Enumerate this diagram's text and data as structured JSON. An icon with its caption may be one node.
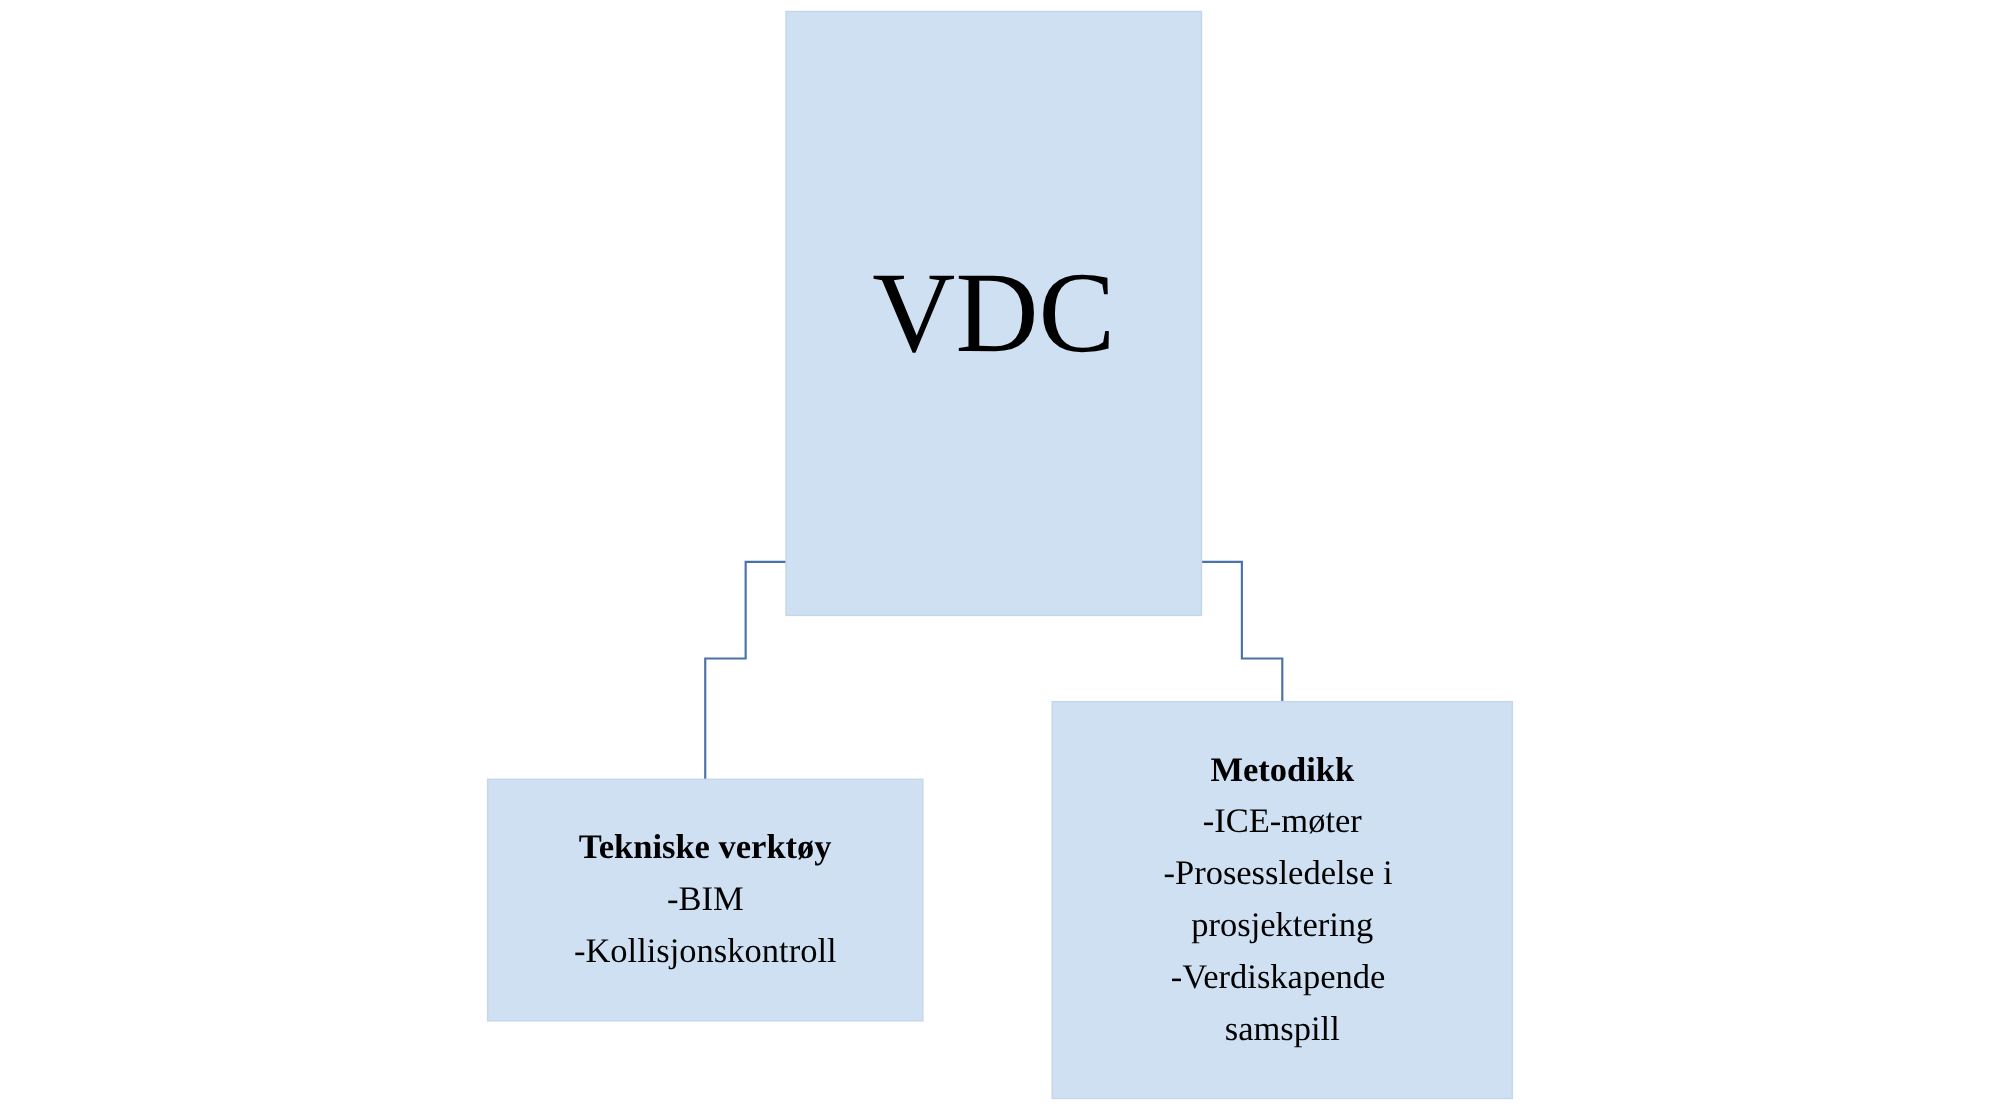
{
  "diagram": {
    "nodes": [
      {
        "text": [
          "VDC"
        ]
      },
      {
        "text": [
          "Tekniske verktøy",
          "-BIM",
          "-Kollisjonskontroll"
        ]
      },
      {
        "text": [
          "Metodikk",
          "-ICE-møter",
          "-Prosessledelse i prosjektering",
          "-Verdiskapende samspill"
        ]
      }
    ],
    "edges": [
      {
        "from": 0,
        "to": 1,
        "arrow": "none"
      },
      {
        "from": 0,
        "to": 2,
        "arrow": "none"
      }
    ]
  }
}
